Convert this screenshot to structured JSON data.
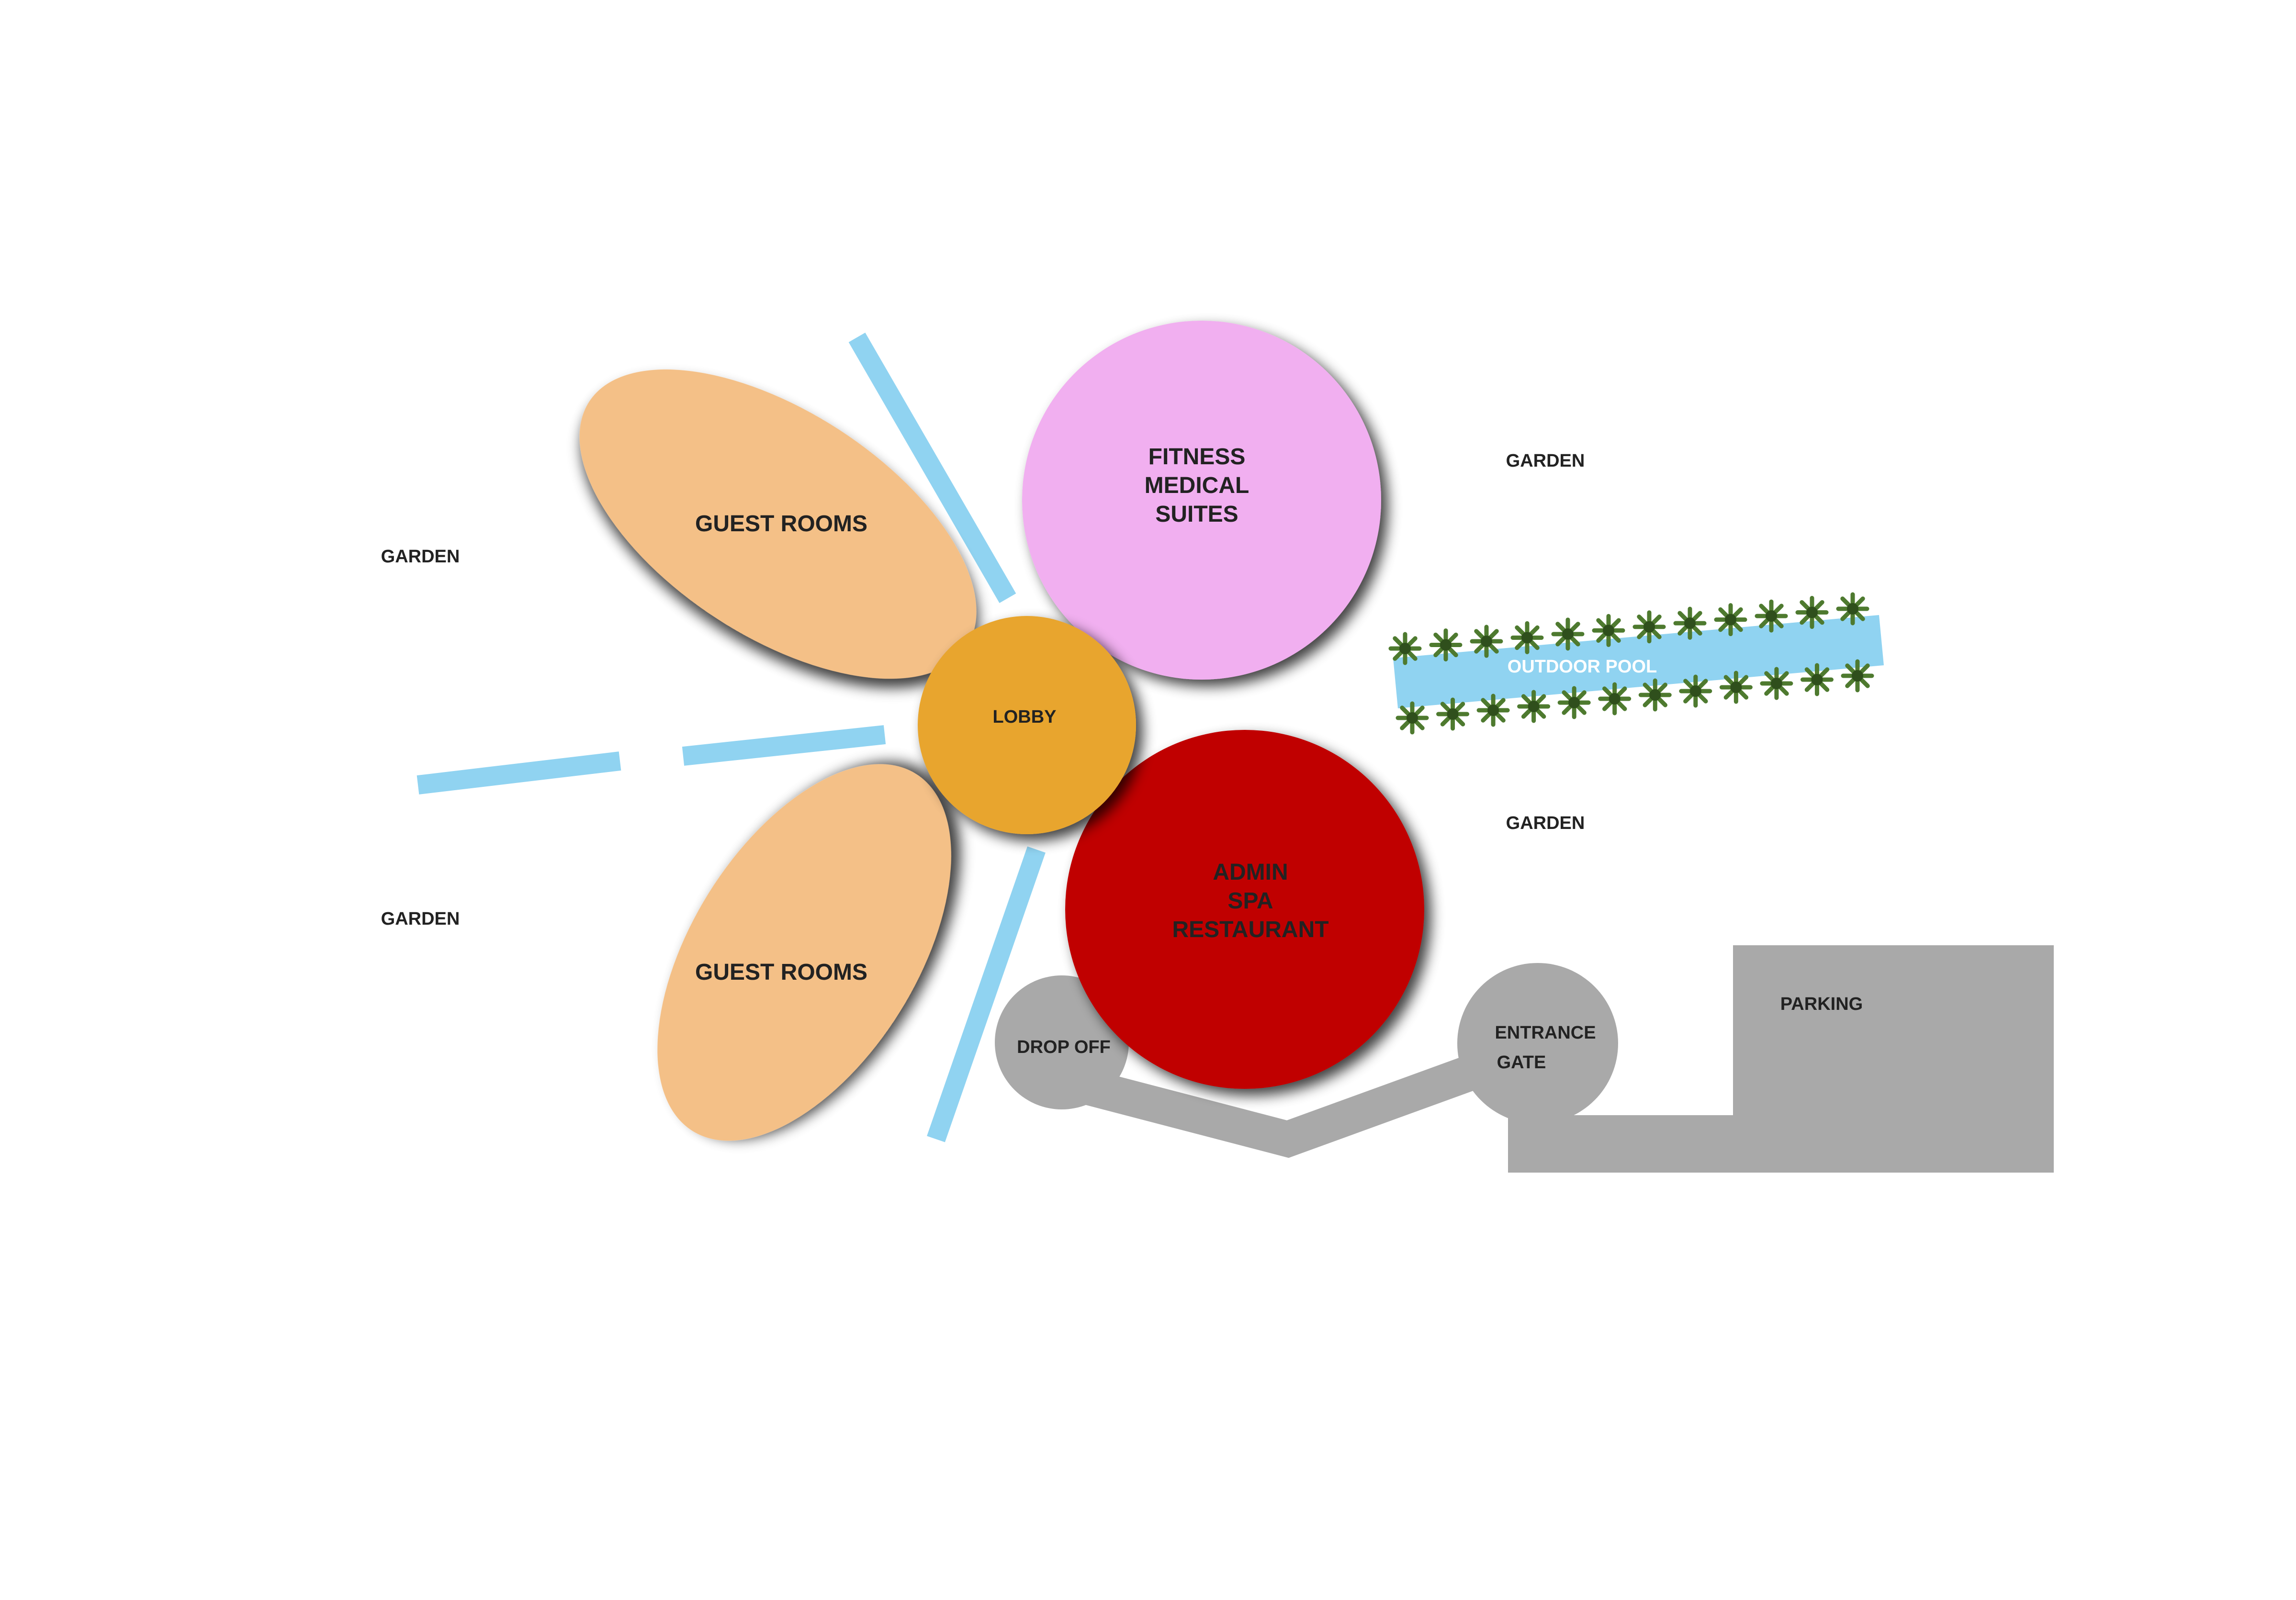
{
  "colors": {
    "guest_rooms": "#f4c087",
    "fitness": "#f1aff0",
    "lobby": "#e8a52f",
    "admin": "#c00000",
    "water": "#90d3f1",
    "gray": "#a9a9a9",
    "tree": "#4e7a2f",
    "text": "#222222",
    "pool_text": "#ffffff"
  },
  "zones": {
    "guest_rooms_top": "GUEST ROOMS",
    "guest_rooms_bottom": "GUEST ROOMS",
    "fitness": [
      "FITNESS",
      "MEDICAL",
      "SUITES"
    ],
    "lobby": "LOBBY",
    "admin": [
      "ADMIN",
      "SPA",
      "RESTAURANT"
    ],
    "outdoor_pool": "OUTDOOR POOL",
    "drop_off": "DROP OFF",
    "entrance_gate": [
      "ENTRANCE",
      "GATE"
    ],
    "parking": "PARKING"
  },
  "gardens": {
    "left_top": "GARDEN",
    "left_bottom": "GARDEN",
    "right_top": "GARDEN",
    "right_bottom": "GARDEN"
  },
  "icons": {
    "tree": "palm-tree-icon"
  }
}
